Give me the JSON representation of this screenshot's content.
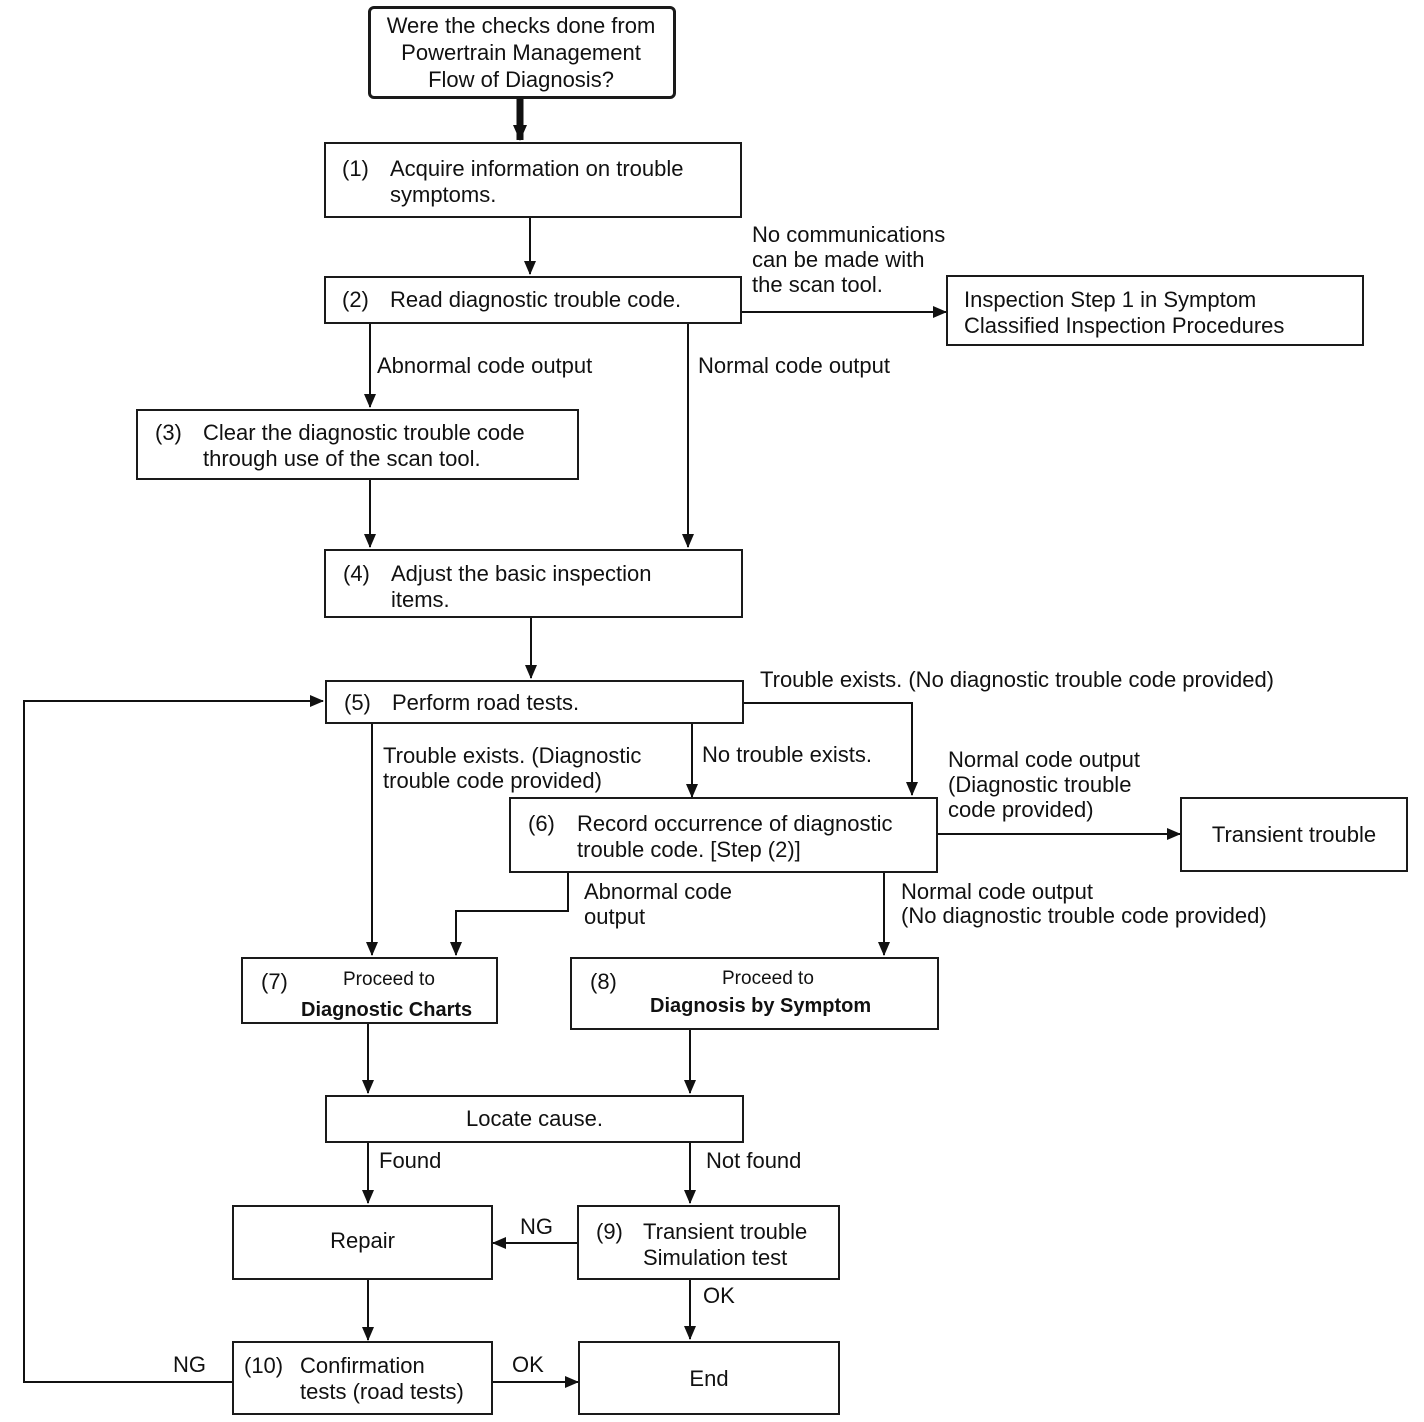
{
  "start": {
    "line1": "Were the checks done from",
    "line2": "Powertrain Management",
    "line3": "Flow of Diagnosis?"
  },
  "step1": {
    "num": "(1)",
    "line1": "Acquire information on trouble",
    "line2": "symptoms."
  },
  "step2": {
    "num": "(2)",
    "text": "Read diagnostic trouble code."
  },
  "no_comm": {
    "line1": "No communications",
    "line2": "can be made with",
    "line3": "the scan tool."
  },
  "inspection": {
    "line1": "Inspection Step 1 in Symptom",
    "line2": "Classified Inspection Procedures"
  },
  "abnormal_code_output": "Abnormal code output",
  "normal_code_output": "Normal code output",
  "step3": {
    "num": "(3)",
    "line1": "Clear the diagnostic trouble code",
    "line2": "through  use  of  the  scan  tool."
  },
  "step4": {
    "num": "(4)",
    "line1": "Adjust the basic inspection",
    "line2": "items."
  },
  "step5": {
    "num": "(5)",
    "text": "Perform road tests."
  },
  "trouble_no_dtc": "Trouble exists. (No diagnostic trouble code provided)",
  "trouble_dtc": {
    "line1": "Trouble exists. (Diagnostic",
    "line2": "trouble code provided)"
  },
  "no_trouble": "No trouble exists.",
  "normal_dtc": {
    "line1": "Normal code output",
    "line2": "(Diagnostic trouble",
    "line3": "code provided)"
  },
  "step6": {
    "num": "(6)",
    "line1": "Record occurrence of diagnostic",
    "line2": "trouble code. [Step (2)]"
  },
  "transient": "Transient trouble",
  "abnormal_code": {
    "line1": "Abnormal code",
    "line2": "output"
  },
  "normal_no_dtc": {
    "line1": "Normal code output",
    "line2": "(No diagnostic trouble code provided)"
  },
  "step7": {
    "num": "(7)",
    "line1": "Proceed to",
    "line2": "Diagnostic Charts"
  },
  "step8": {
    "num": "(8)",
    "line1": "Proceed to",
    "line2": "Diagnosis by Symptom"
  },
  "locate": "Locate cause.",
  "found": "Found",
  "not_found": "Not found",
  "repair": "Repair",
  "ng1": "NG",
  "step9": {
    "num": "(9)",
    "line1": "Transient trouble",
    "line2": "Simulation test"
  },
  "ok1": "OK",
  "step10": {
    "num": "(10)",
    "line1": "Confirmation",
    "line2": "tests (road tests)"
  },
  "ng2": "NG",
  "ok2": "OK",
  "end": "End"
}
